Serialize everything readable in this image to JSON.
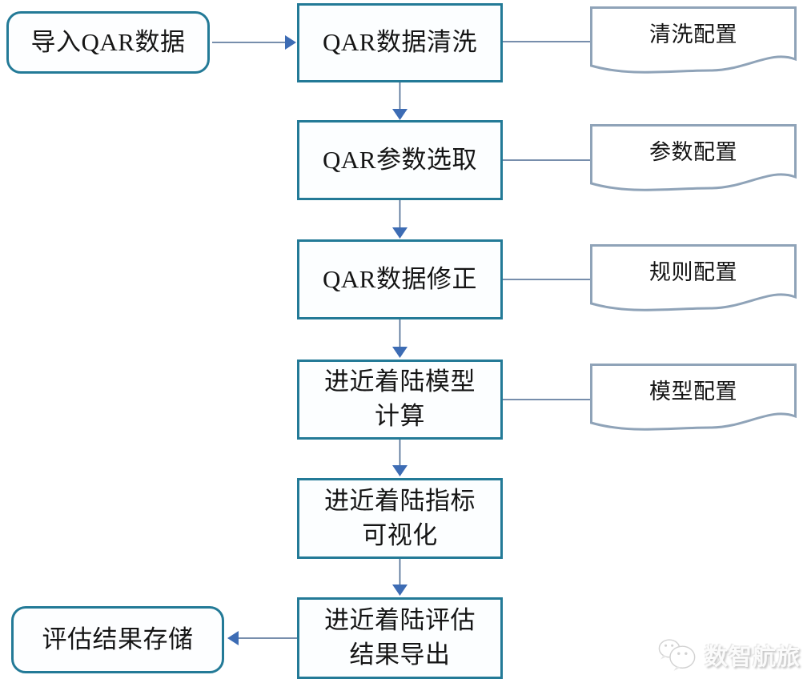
{
  "diagram": {
    "title_implicit": "QAR进近着陆评估流程",
    "colors": {
      "process_border": "#237a97",
      "terminator_border": "#237a97",
      "document_border": "#8fa3b8",
      "connector_line": "#4a6890",
      "connector_arrowhead": "#3d6cb4",
      "node_fill": "#fcfeff",
      "text": "#151515",
      "watermark_shadow": "#c6c6c6"
    },
    "nodes": {
      "import": {
        "type": "terminator",
        "label": "导入QAR数据"
      },
      "clean": {
        "type": "process",
        "label": "QAR数据清洗"
      },
      "clean_config": {
        "type": "document",
        "label": "清洗配置"
      },
      "param_select": {
        "type": "process",
        "label": "QAR参数选取"
      },
      "param_config": {
        "type": "document",
        "label": "参数配置"
      },
      "correct": {
        "type": "process",
        "label": "QAR数据修正"
      },
      "rule_config": {
        "type": "document",
        "label": "规则配置"
      },
      "model_calc": {
        "type": "process",
        "label": "进近着陆模型\n计算"
      },
      "model_config": {
        "type": "document",
        "label": "模型配置"
      },
      "visualize": {
        "type": "process",
        "label": "进近着陆指标\n可视化"
      },
      "export": {
        "type": "process",
        "label": "进近着陆评估\n结果导出"
      },
      "store": {
        "type": "terminator",
        "label": "评估结果存储"
      }
    },
    "edges": [
      {
        "from": "import",
        "to": "clean",
        "arrow": true
      },
      {
        "from": "clean",
        "to": "clean_config",
        "arrow": false
      },
      {
        "from": "clean",
        "to": "param_select",
        "arrow": true
      },
      {
        "from": "param_select",
        "to": "param_config",
        "arrow": false
      },
      {
        "from": "param_select",
        "to": "correct",
        "arrow": true
      },
      {
        "from": "correct",
        "to": "rule_config",
        "arrow": false
      },
      {
        "from": "correct",
        "to": "model_calc",
        "arrow": true
      },
      {
        "from": "model_calc",
        "to": "model_config",
        "arrow": false
      },
      {
        "from": "model_calc",
        "to": "visualize",
        "arrow": true
      },
      {
        "from": "visualize",
        "to": "export",
        "arrow": true
      },
      {
        "from": "export",
        "to": "store",
        "arrow": true
      }
    ],
    "watermark": {
      "brand": "数智航旅"
    }
  }
}
